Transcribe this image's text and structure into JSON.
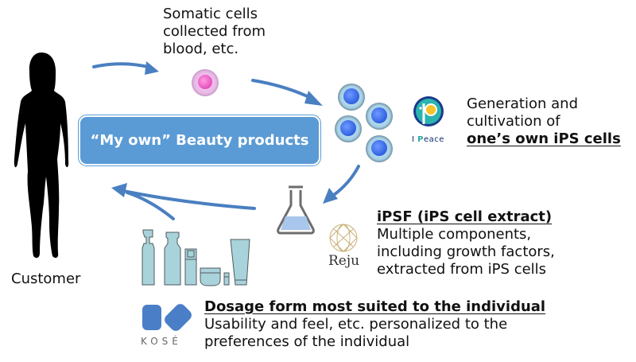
{
  "title": "“My own” Beauty products",
  "customer": {
    "label": "Customer"
  },
  "somatic": {
    "lines": [
      "Somatic cells",
      "collected from",
      "blood, etc."
    ]
  },
  "ips_generation": {
    "lines": [
      "Generation and",
      "cultivation of"
    ],
    "emphasis": "one’s own iPS cells",
    "logo": {
      "prefix": "I ",
      "highlight": "P",
      "suffix": "eace"
    }
  },
  "ipsf": {
    "heading": "iPSF (iPS cell extract)",
    "lines": [
      "Multiple components,",
      "including growth factors,",
      "extracted from iPS cells"
    ],
    "logo": "Reju"
  },
  "dosage": {
    "heading": "Dosage form most suited to the individual",
    "lines": [
      "Usability and feel, etc. personalized to the",
      "preferences of the individual"
    ],
    "logo": "KOSÉ"
  },
  "icons": [
    "woman-silhouette-icon",
    "somatic-cell-icon",
    "ips-cell-icon",
    "flask-icon",
    "cosmetics-icon",
    "ipeace-logo-icon",
    "reju-logo-icon",
    "kose-logo-icon"
  ],
  "colors": {
    "arrow": "#4a7fc1",
    "box": "#5b9bd5",
    "somatic_cell": "#f06ac8",
    "ips_cell": "#3c6fe6",
    "ips_cell_outer": "#a8d4ea",
    "cosmetics": "#a9d3da",
    "flask_liquid": "#a9c6ec"
  }
}
